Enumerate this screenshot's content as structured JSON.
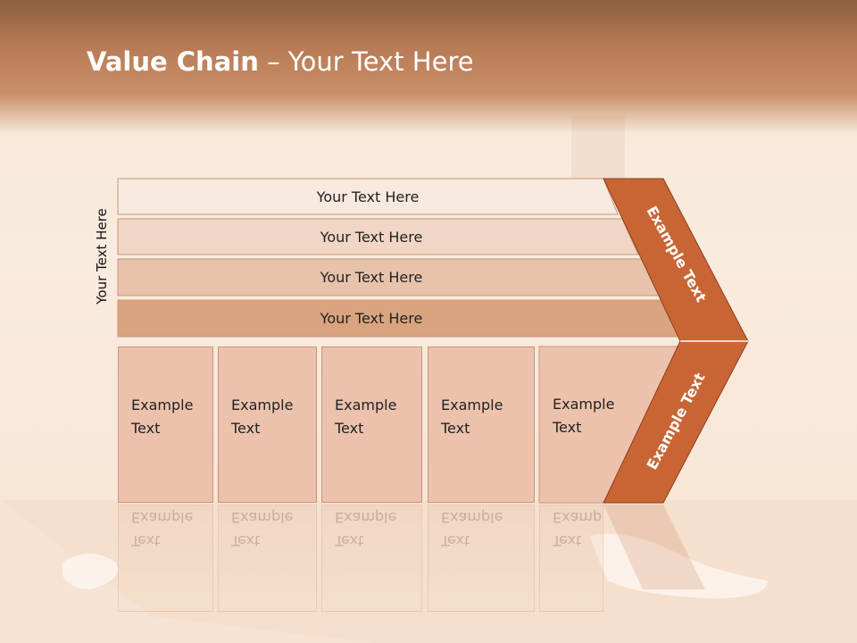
{
  "slide": {
    "title_bold": "Value Chain",
    "title_rest": " – Your Text Here",
    "side_label": "Your Text Here"
  },
  "bands": [
    {
      "label": "Your Text Here",
      "color": "#f7e9e0"
    },
    {
      "label": "Your Text Here",
      "color": "#f1d6c6"
    },
    {
      "label": "Your Text Here",
      "color": "#e8c3ab"
    },
    {
      "label": "Your Text Here",
      "color": "#d9a47f"
    }
  ],
  "columns": [
    {
      "line1": "Example",
      "line2": "Text"
    },
    {
      "line1": "Example",
      "line2": "Text"
    },
    {
      "line1": "Example",
      "line2": "Text"
    },
    {
      "line1": "Example",
      "line2": "Text"
    },
    {
      "line1": "Example",
      "line2": "Text"
    }
  ],
  "chevron": {
    "upper_label": "Example Text",
    "lower_label": "Example Text",
    "color": "#c96535"
  }
}
